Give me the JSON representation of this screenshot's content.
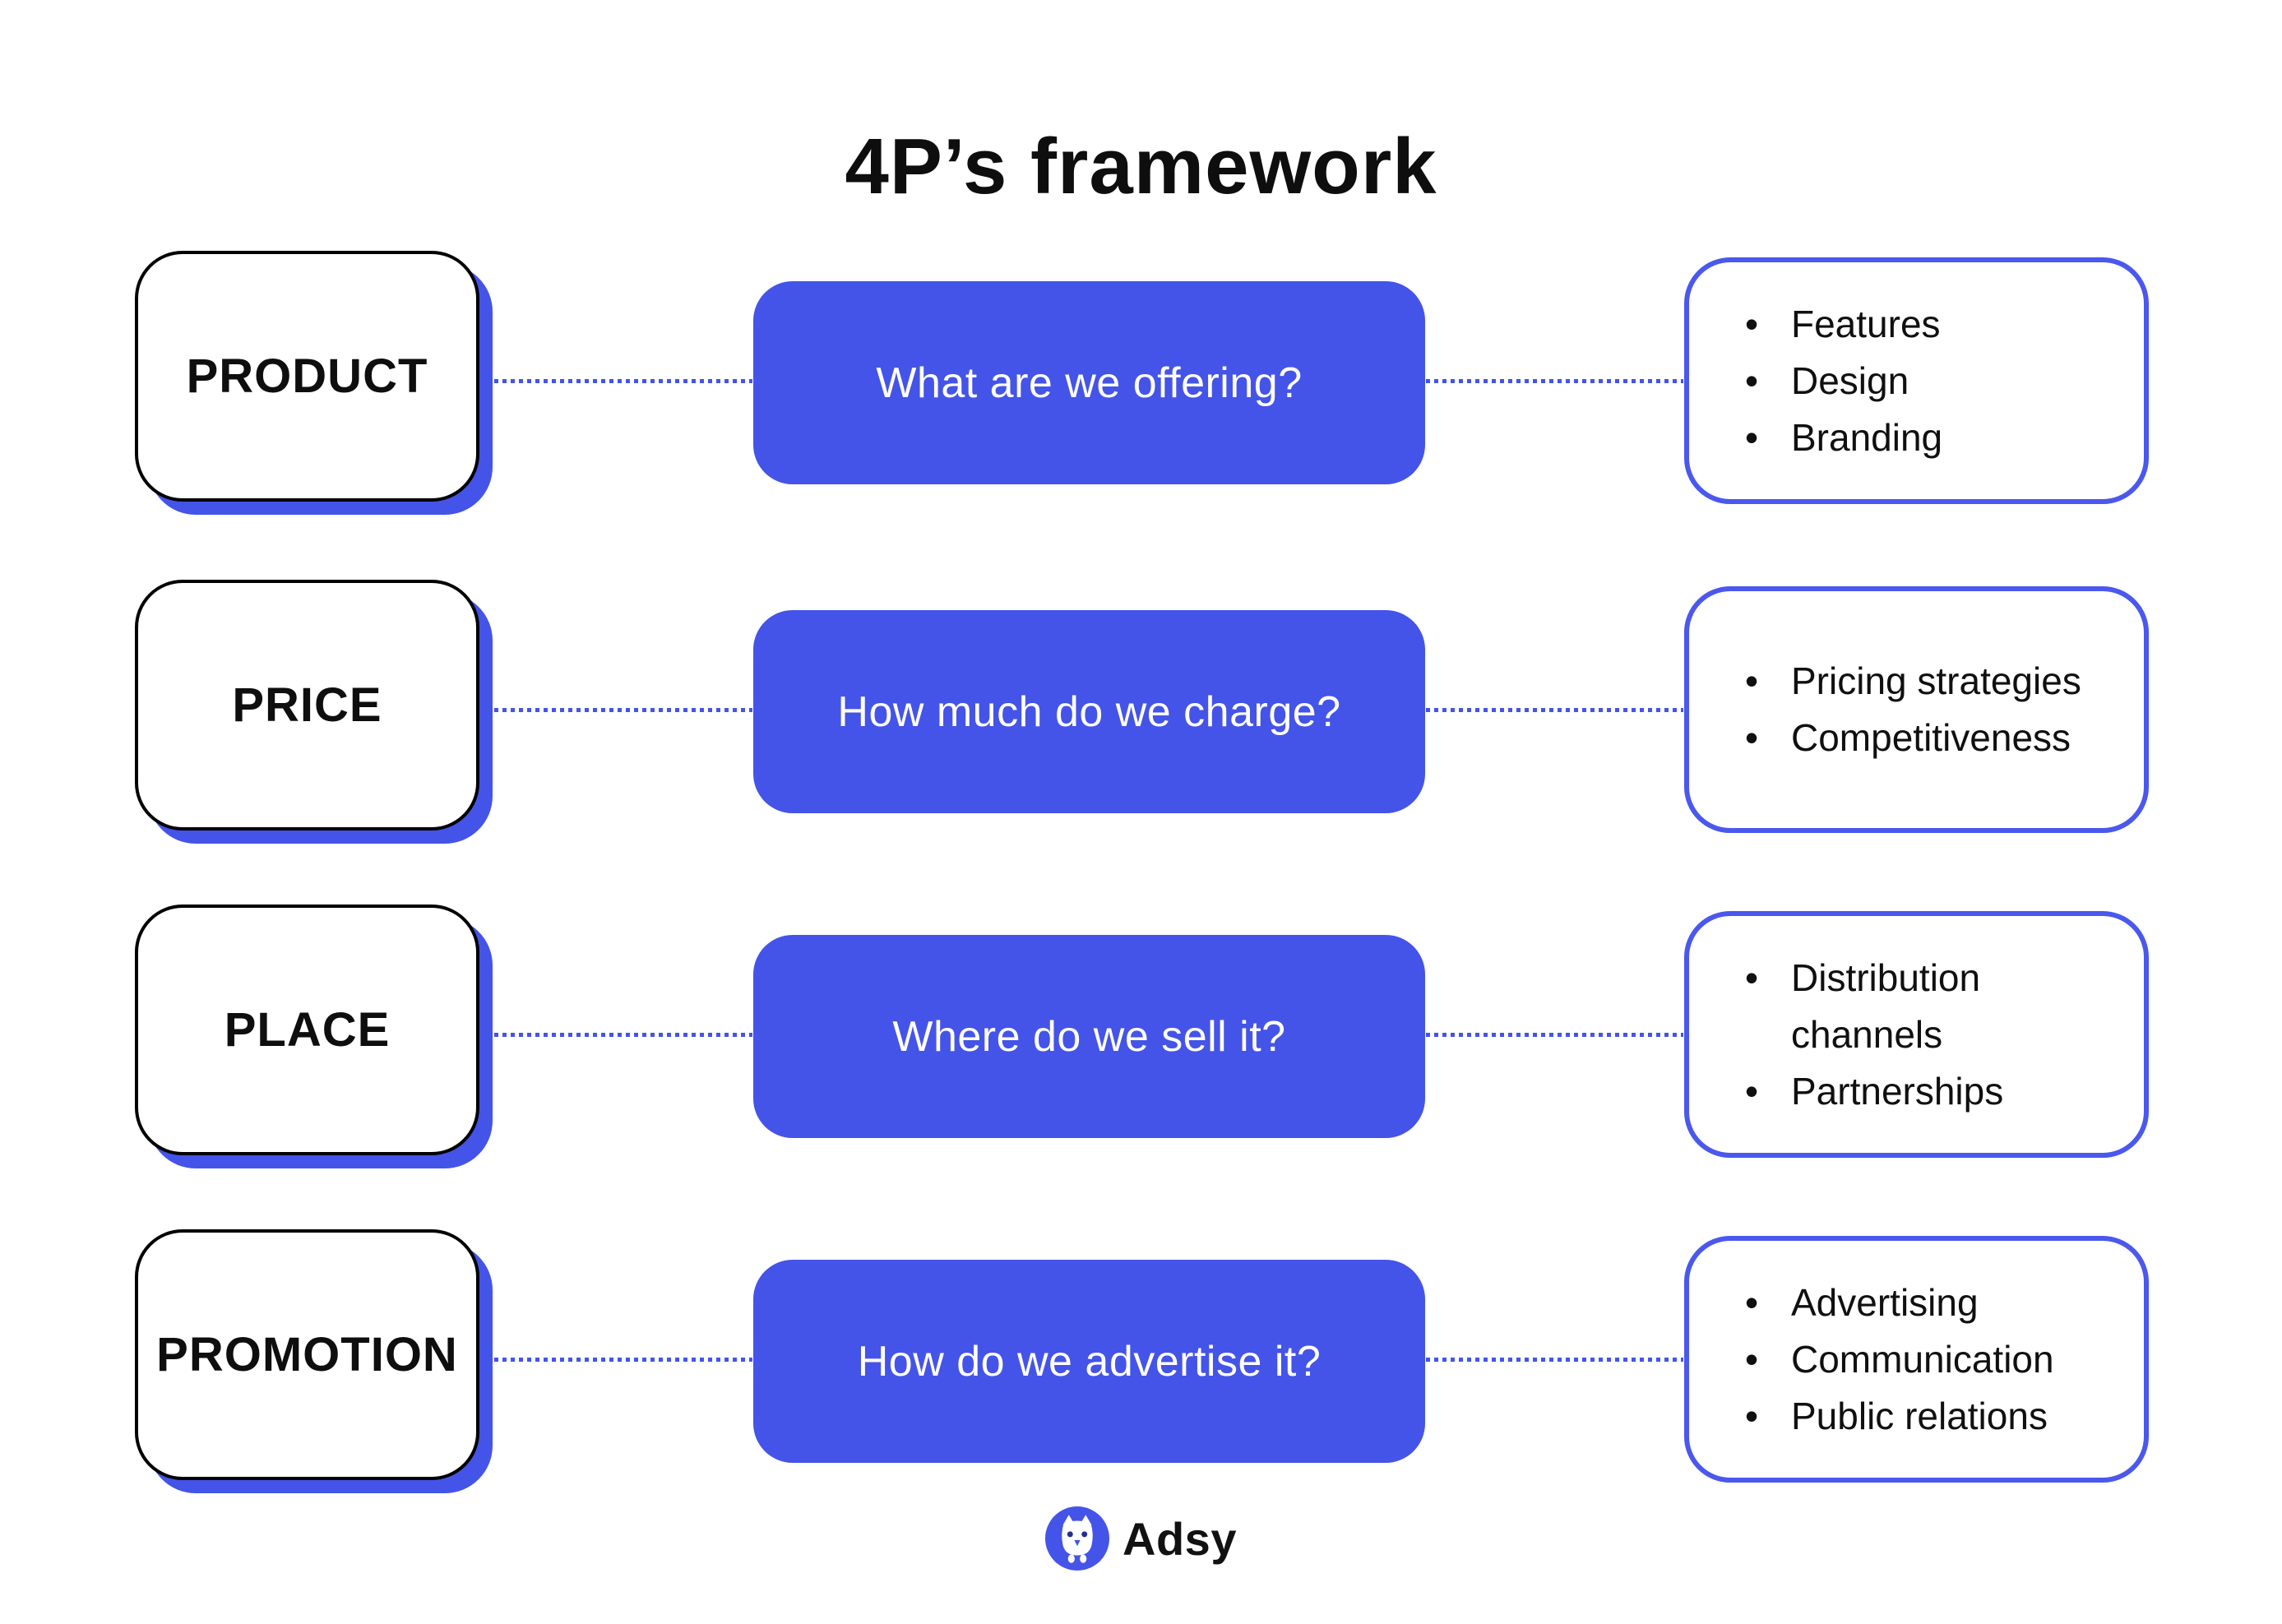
{
  "title": "4P’s framework",
  "colors": {
    "accent": "#4454e8",
    "accent_border": "#4a58ee",
    "text_dark": "#0e0e0e",
    "card_text_light": "#ffffff"
  },
  "rows": [
    {
      "label": "PRODUCT",
      "question": "What are we offering?",
      "bullets": [
        "Features",
        "Design",
        "Branding"
      ]
    },
    {
      "label": "PRICE",
      "question": "How much do we charge?",
      "bullets": [
        "Pricing strategies",
        "Competitiveness"
      ]
    },
    {
      "label": "PLACE",
      "question": "Where do we sell it?",
      "bullets": [
        "Distribution channels",
        "Partnerships"
      ]
    },
    {
      "label": "PROMOTION",
      "question": "How do we advertise it?",
      "bullets": [
        "Advertising",
        "Communication",
        "Public relations"
      ]
    }
  ],
  "footer": {
    "brand": "Adsy",
    "logo_icon": "owl-icon"
  }
}
